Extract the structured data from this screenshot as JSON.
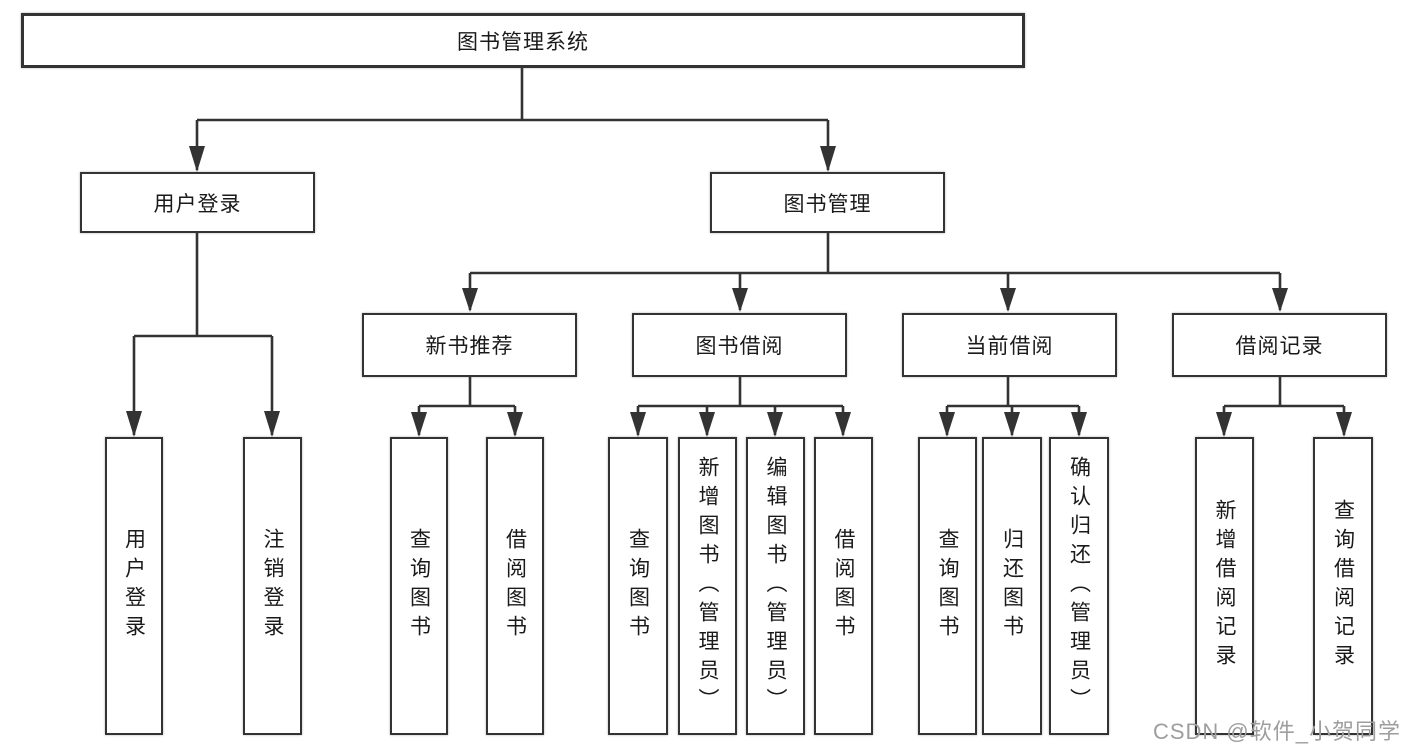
{
  "diagram_type": "hierarchy",
  "tree": {
    "label": "图书管理系统",
    "children": [
      {
        "label": "用户登录",
        "children": [
          {
            "label": "用户登录"
          },
          {
            "label": "注销登录"
          }
        ]
      },
      {
        "label": "图书管理",
        "children": [
          {
            "label": "新书推荐",
            "children": [
              {
                "label": "查询图书"
              },
              {
                "label": "借阅图书"
              }
            ]
          },
          {
            "label": "图书借阅",
            "children": [
              {
                "label": "查询图书"
              },
              {
                "label": "新增图书（管理员）"
              },
              {
                "label": "编辑图书（管理员）"
              },
              {
                "label": "借阅图书"
              }
            ]
          },
          {
            "label": "当前借阅",
            "children": [
              {
                "label": "查询图书"
              },
              {
                "label": "归还图书"
              },
              {
                "label": "确认归还（管理员）"
              }
            ]
          },
          {
            "label": "借阅记录",
            "children": [
              {
                "label": "新增借阅记录"
              },
              {
                "label": "查询借阅记录"
              }
            ]
          }
        ]
      }
    ]
  },
  "watermark": {
    "text": "CSDN @软件_小贺同学"
  },
  "colors": {
    "line": "#333333",
    "text": "#1a1a1a",
    "watermark": "#9e9e9e",
    "background": "#ffffff"
  }
}
